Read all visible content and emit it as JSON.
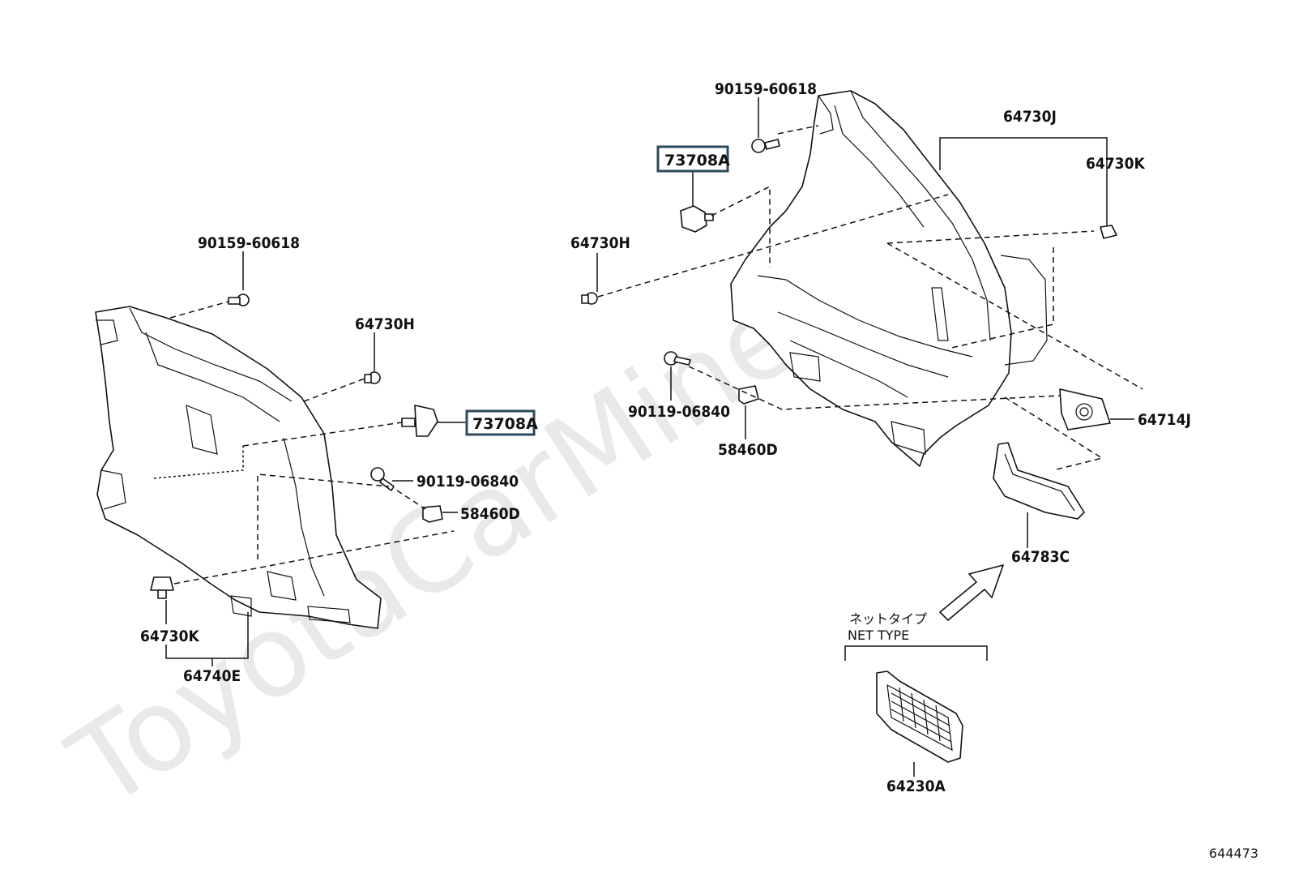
{
  "watermark": "ToyotaCarMine.ru",
  "diagram_id": "644473",
  "net_type": {
    "jp": "ネットタイプ",
    "en": "NET TYPE"
  },
  "labels": {
    "left_90159": "90159-60618",
    "left_64730H": "64730H",
    "left_73708A": "73708A",
    "left_90119": "90119-06840",
    "left_58460D": "58460D",
    "left_64730K": "64730K",
    "left_64740E": "64740E",
    "right_90159": "90159-60618",
    "right_73708A": "73708A",
    "right_64730H": "64730H",
    "right_64730J": "64730J",
    "right_64730K": "64730K",
    "right_90119": "90119-06840",
    "right_58460D": "58460D",
    "right_64714J": "64714J",
    "right_64783C": "64783C",
    "right_64230A": "64230A"
  }
}
